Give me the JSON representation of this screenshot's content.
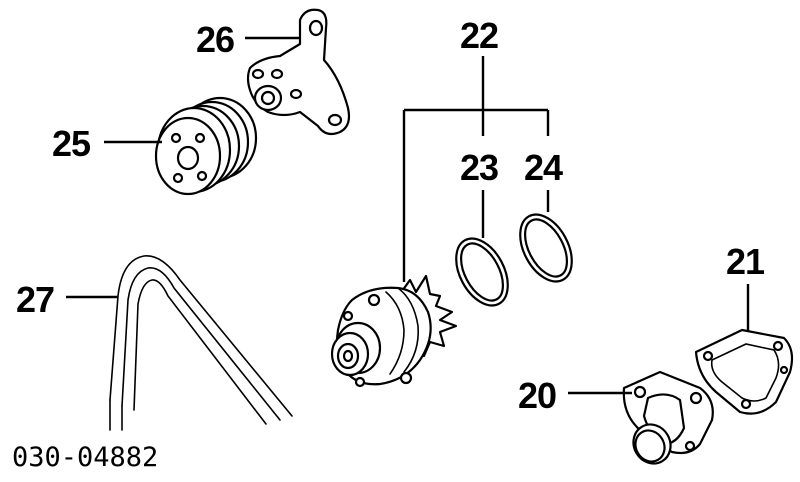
{
  "callouts": {
    "p20": "20",
    "p21": "21",
    "p22": "22",
    "p23": "23",
    "p24": "24",
    "p25": "25",
    "p26": "26",
    "p27": "27"
  },
  "diagram_code": "030-04882",
  "colors": {
    "ink": "#000000",
    "paper": "#ffffff"
  }
}
